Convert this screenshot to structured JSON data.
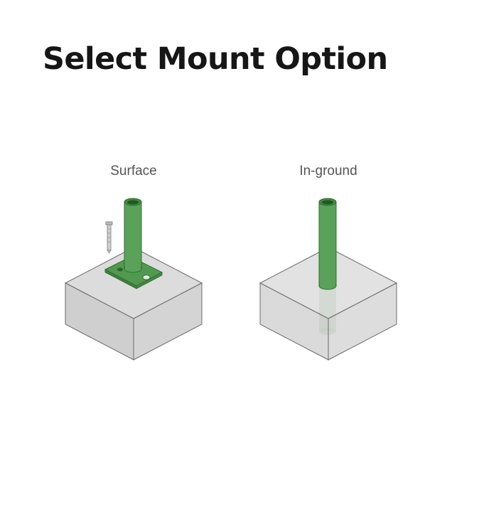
{
  "page": {
    "title": "Select Mount Option"
  },
  "options": [
    {
      "id": "surface",
      "label": "Surface",
      "icon": "surface-mount-illustration"
    },
    {
      "id": "in-ground",
      "label": "In-ground",
      "icon": "in-ground-mount-illustration"
    }
  ],
  "colors": {
    "title": "#161616",
    "label": "#555555",
    "concrete": "#d6d6d6",
    "concrete_stroke": "#6b6b6b",
    "post_green": "#5aa25a",
    "post_dark_green": "#2f6f2f"
  }
}
